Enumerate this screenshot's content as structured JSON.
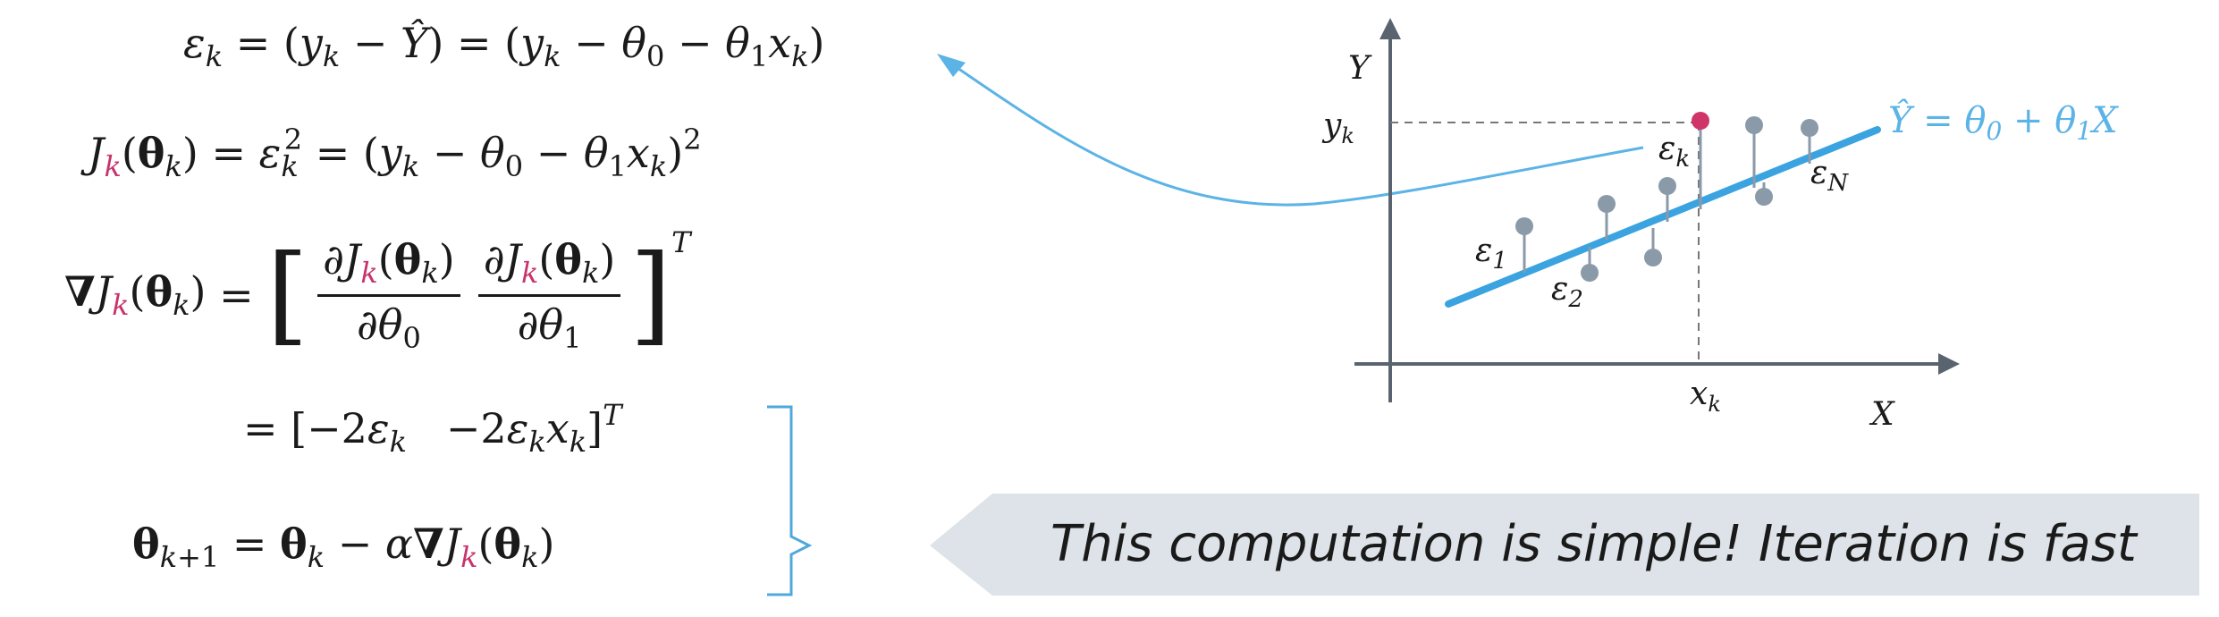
{
  "equations": {
    "residual": "ε_k = (y_k − Ŷ) = (y_k − θ_0 − θ_1 x_k)",
    "cost": "J_k(θ_k) = ε_k² = (y_k − θ_0 − θ_1 x_k)²",
    "gradient": "∇J_k(θ_k) = [∂J_k(θ_k)/∂θ_0  ∂J_k(θ_k)/∂θ_1]^T",
    "gradient_result": "= [−2ε_k  −2ε_k x_k]^T",
    "update": "θ_{k+1} = θ_k − α∇J_k(θ_k)"
  },
  "callout": {
    "text": "This computation is simple! Iteration is fast"
  },
  "plot": {
    "y_axis_label": "Y",
    "x_axis_label": "X",
    "yk_label": "y",
    "xk_label": "x",
    "model_label": "Ŷ = θ₀ + θ₁X",
    "residual_labels": [
      "ε1",
      "ε2",
      "εk",
      "εN"
    ]
  },
  "colors": {
    "regression_line": "#3aa3e0",
    "points": "#8a9aa8",
    "highlight_point": "#d0356a",
    "highlight_subscript": "#c7346b",
    "callout_fill": "#dde3e8",
    "arrow": "#5bb3e6"
  }
}
